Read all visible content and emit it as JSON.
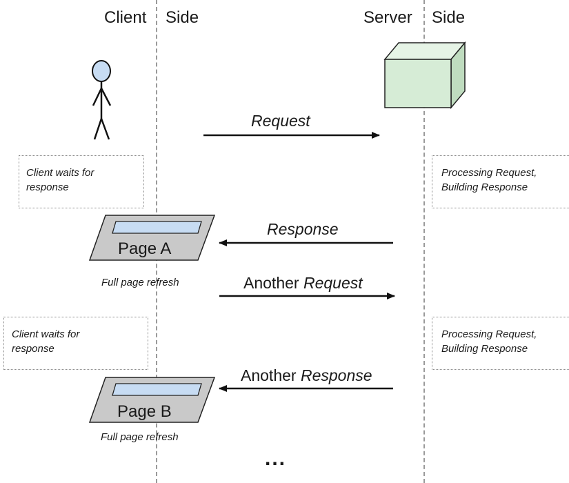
{
  "headers": {
    "client": "Client",
    "client_side": "Side",
    "server": "Server",
    "server_side": "Side"
  },
  "messages": {
    "request": "Request",
    "response": "Response",
    "another_request_plain": "Another",
    "another_request_italic": "Request",
    "another_response_plain": "Another",
    "another_response_italic": "Response"
  },
  "notes": {
    "client_wait_1": [
      "Client waits for",
      "response"
    ],
    "server_process_1": [
      "Processing Request,",
      "Building Response"
    ],
    "client_wait_2": [
      "Client waits for",
      "response"
    ],
    "server_process_2": [
      "Processing Request,",
      "Building Response"
    ]
  },
  "pages": {
    "page_a": "Page A",
    "page_b": "Page B",
    "refresh_a": "Full page refresh",
    "refresh_b": "Full page refresh"
  },
  "ellipsis": "...",
  "colors": {
    "actor_head": "#c7dcf3",
    "server_box_front": "#d6ecd6",
    "server_box_top": "#e6f4e6",
    "server_box_side": "#bfdcbf",
    "hourglass": "#d4ecd4",
    "page_fill": "#c9c9c9",
    "page_bar": "#c7dcf3",
    "lifeline": "#9a9a9a"
  }
}
